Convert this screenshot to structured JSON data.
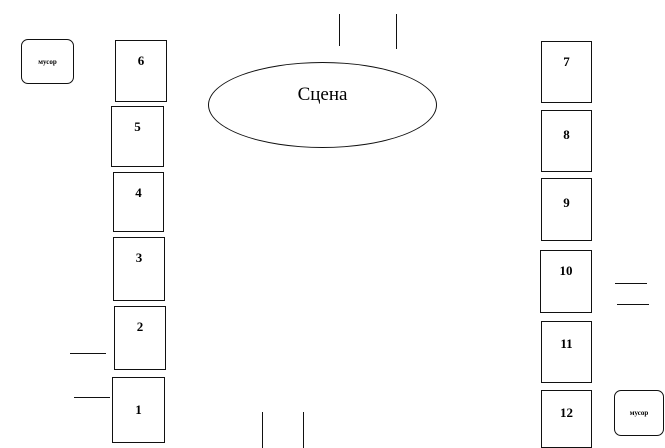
{
  "stage": {
    "label": "Сцена"
  },
  "trash_left": {
    "label": "мусор"
  },
  "trash_right": {
    "label": "мусор"
  },
  "left_column": [
    "6",
    "5",
    "4",
    "3",
    "2",
    "1"
  ],
  "right_column": [
    "7",
    "8",
    "9",
    "10",
    "11",
    "12"
  ]
}
